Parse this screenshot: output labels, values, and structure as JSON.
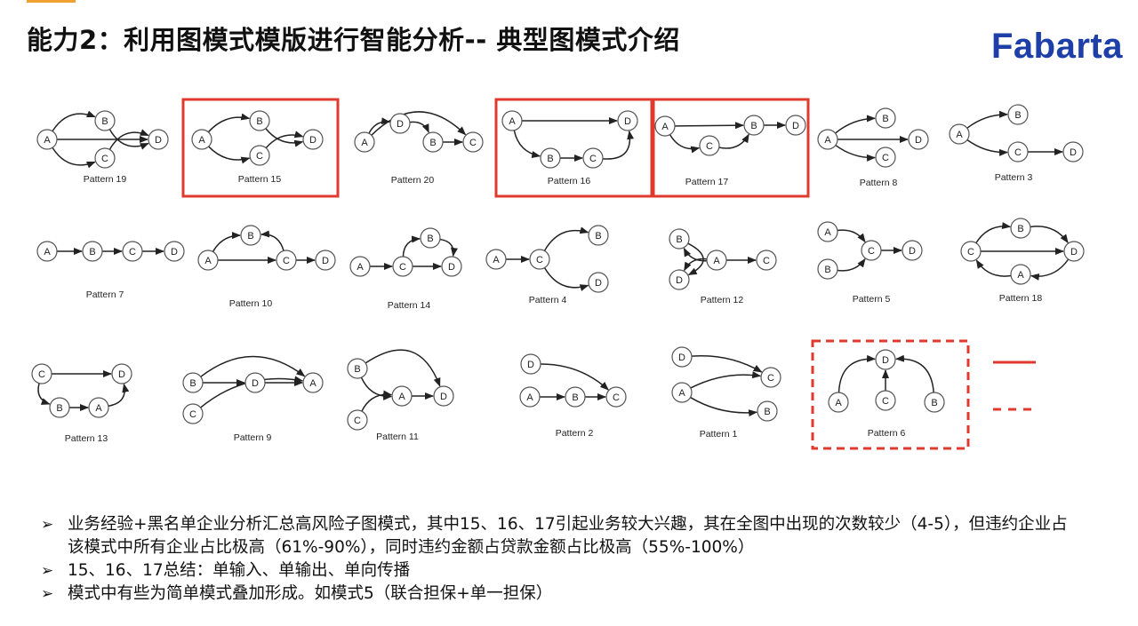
{
  "slide": {
    "title": "能力2：利用图模式模版进行智能分析-- 典型图模式介绍",
    "logo": "Fabarta",
    "accent_color": "#f0a030",
    "brand_color": "#1e3fa8",
    "highlight_color": "#e03a2f"
  },
  "patterns": [
    {
      "name": "Pattern 19",
      "nodes": [
        {
          "id": "A"
        },
        {
          "id": "B"
        },
        {
          "id": "C"
        },
        {
          "id": "D"
        }
      ]
    },
    {
      "name": "Pattern 15",
      "nodes": [
        {
          "id": "A"
        },
        {
          "id": "B"
        },
        {
          "id": "C"
        },
        {
          "id": "D"
        }
      ]
    },
    {
      "name": "Pattern 20",
      "nodes": [
        {
          "id": "A"
        },
        {
          "id": "D"
        },
        {
          "id": "B"
        },
        {
          "id": "C"
        }
      ]
    },
    {
      "name": "Pattern 16",
      "nodes": [
        {
          "id": "A"
        },
        {
          "id": "D"
        },
        {
          "id": "B"
        },
        {
          "id": "C"
        }
      ]
    },
    {
      "name": "Pattern 17",
      "nodes": [
        {
          "id": "A"
        },
        {
          "id": "B"
        },
        {
          "id": "C"
        },
        {
          "id": "D"
        }
      ]
    },
    {
      "name": "Pattern 8",
      "nodes": [
        {
          "id": "A"
        },
        {
          "id": "B"
        },
        {
          "id": "D"
        },
        {
          "id": "C"
        }
      ]
    },
    {
      "name": "Pattern 3",
      "nodes": [
        {
          "id": "A"
        },
        {
          "id": "B"
        },
        {
          "id": "C"
        },
        {
          "id": "D"
        }
      ]
    },
    {
      "name": "Pattern 7",
      "nodes": [
        {
          "id": "A"
        },
        {
          "id": "B"
        },
        {
          "id": "C"
        },
        {
          "id": "D"
        }
      ]
    },
    {
      "name": "Pattern 10",
      "nodes": [
        {
          "id": "A"
        },
        {
          "id": "B"
        },
        {
          "id": "C"
        },
        {
          "id": "D"
        }
      ]
    },
    {
      "name": "Pattern 14",
      "nodes": [
        {
          "id": "A"
        },
        {
          "id": "C"
        },
        {
          "id": "B"
        },
        {
          "id": "D"
        }
      ]
    },
    {
      "name": "Pattern 4",
      "nodes": [
        {
          "id": "A"
        },
        {
          "id": "C"
        },
        {
          "id": "B"
        },
        {
          "id": "D"
        }
      ]
    },
    {
      "name": "Pattern 12",
      "nodes": [
        {
          "id": "B"
        },
        {
          "id": "A"
        },
        {
          "id": "C"
        },
        {
          "id": "D"
        }
      ]
    },
    {
      "name": "Pattern 5",
      "nodes": [
        {
          "id": "A"
        },
        {
          "id": "B"
        },
        {
          "id": "C"
        },
        {
          "id": "D"
        }
      ]
    },
    {
      "name": "Pattern 18",
      "nodes": [
        {
          "id": "C"
        },
        {
          "id": "B"
        },
        {
          "id": "D"
        },
        {
          "id": "A"
        }
      ]
    },
    {
      "name": "Pattern 13",
      "nodes": [
        {
          "id": "C"
        },
        {
          "id": "D"
        },
        {
          "id": "B"
        },
        {
          "id": "A"
        }
      ]
    },
    {
      "name": "Pattern 9",
      "nodes": [
        {
          "id": "B"
        },
        {
          "id": "D"
        },
        {
          "id": "A"
        },
        {
          "id": "C"
        }
      ]
    },
    {
      "name": "Pattern 11",
      "nodes": [
        {
          "id": "B"
        },
        {
          "id": "A"
        },
        {
          "id": "D"
        },
        {
          "id": "C"
        }
      ]
    },
    {
      "name": "Pattern 2",
      "nodes": [
        {
          "id": "D"
        },
        {
          "id": "A"
        },
        {
          "id": "B"
        },
        {
          "id": "C"
        }
      ]
    },
    {
      "name": "Pattern 1",
      "nodes": [
        {
          "id": "D"
        },
        {
          "id": "C"
        },
        {
          "id": "A"
        },
        {
          "id": "B"
        }
      ]
    },
    {
      "name": "Pattern 6",
      "nodes": [
        {
          "id": "D"
        },
        {
          "id": "A"
        },
        {
          "id": "C"
        },
        {
          "id": "B"
        }
      ]
    }
  ],
  "bullets": [
    "业务经验+黑名单企业分析汇总高风险子图模式，其中15、16、17引起业务较大兴趣，其在全图中出现的次数较少（4-5），但违约企业占该模式中所有企业占比极高（61%-90%），同时违约金额占贷款金额占比极高（55%-100%）",
    "15、16、17总结：单输入、单输出、单向传播",
    "模式中有些为简单模式叠加形成。如模式5（联合担保+单一担保）"
  ]
}
